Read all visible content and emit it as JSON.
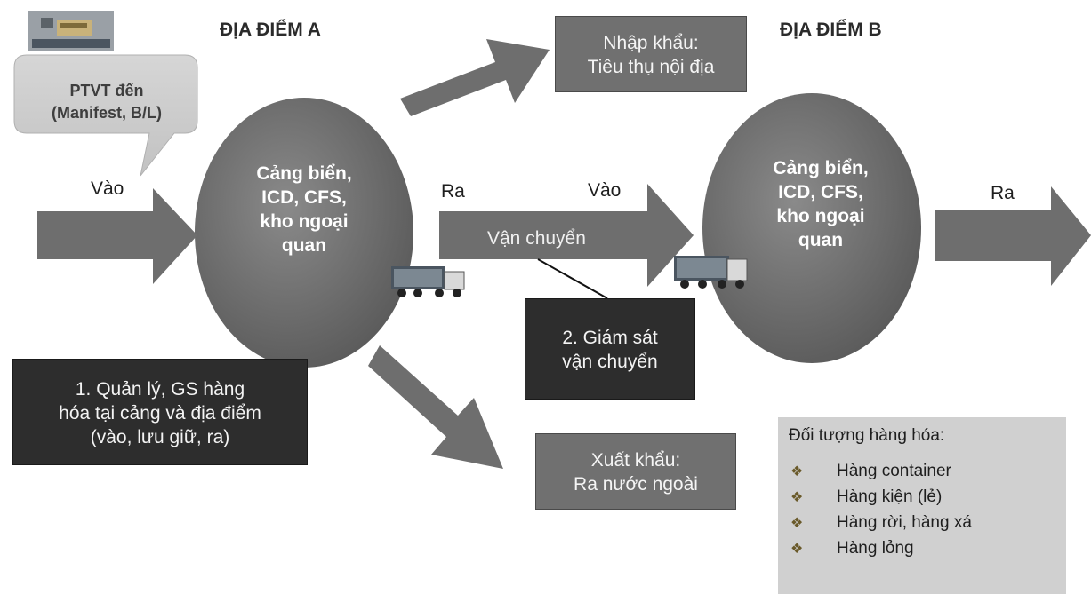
{
  "headers": {
    "location_a": "ĐỊA ĐIỂM A",
    "location_b": "ĐỊA ĐIỂM B"
  },
  "transport_callout": {
    "line1": "PTVT đến",
    "line2": "(Manifest, B/L)"
  },
  "oval_a": {
    "lines": [
      "Cảng biển,",
      "ICD, CFS,",
      "kho ngoại",
      "quan"
    ]
  },
  "oval_b": {
    "lines": [
      "Cảng biển,",
      "ICD, CFS,",
      "kho ngoại",
      "quan"
    ]
  },
  "arrows": {
    "in_a": "Vào",
    "out_a": "Ra",
    "in_b": "Vào",
    "out_b": "Ra",
    "transport": "Vận chuyển"
  },
  "import_box": {
    "line1": "Nhập khẩu:",
    "line2": "Tiêu thụ nội địa"
  },
  "export_box": {
    "line1": "Xuất khẩu:",
    "line2": "Ra nước ngoài"
  },
  "box_1": {
    "line1": "1. Quản lý, GS hàng",
    "line2": "hóa tại cảng và địa điểm",
    "line3": "(vào, lưu giữ, ra)"
  },
  "box_2": {
    "line1": "2. Giám sát",
    "line2": "vận chuyển"
  },
  "goods_panel": {
    "title": "Đối tượng hàng hóa:",
    "bullet": "❖",
    "items": [
      "Hàng container",
      "Hàng kiện (lẻ)",
      "Hàng rời, hàng xá",
      "Hàng lỏng"
    ]
  },
  "colors": {
    "arrow": "#6e6e6e",
    "oval": "#6a6a6a",
    "dark_box": "#2d2d2d",
    "panel": "#d0d0d0"
  }
}
